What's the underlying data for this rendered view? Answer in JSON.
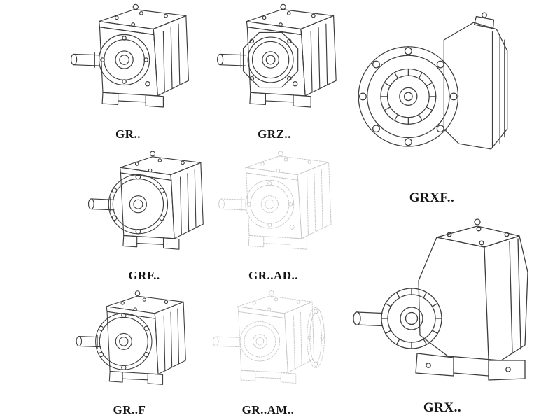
{
  "page": {
    "background": "#ffffff",
    "line_color": "#3d3d3d",
    "phantom_line_color": "#c6c6c6",
    "label_color": "#151515"
  },
  "models": [
    {
      "label": "GR.."
    },
    {
      "label": "GRZ.."
    },
    {
      "label": "GRXF.."
    },
    {
      "label": "GRF.."
    },
    {
      "label": "GR..AD.."
    },
    {
      "label": "GR..F"
    },
    {
      "label": "GR..AM.."
    },
    {
      "label": "GRX.."
    }
  ]
}
